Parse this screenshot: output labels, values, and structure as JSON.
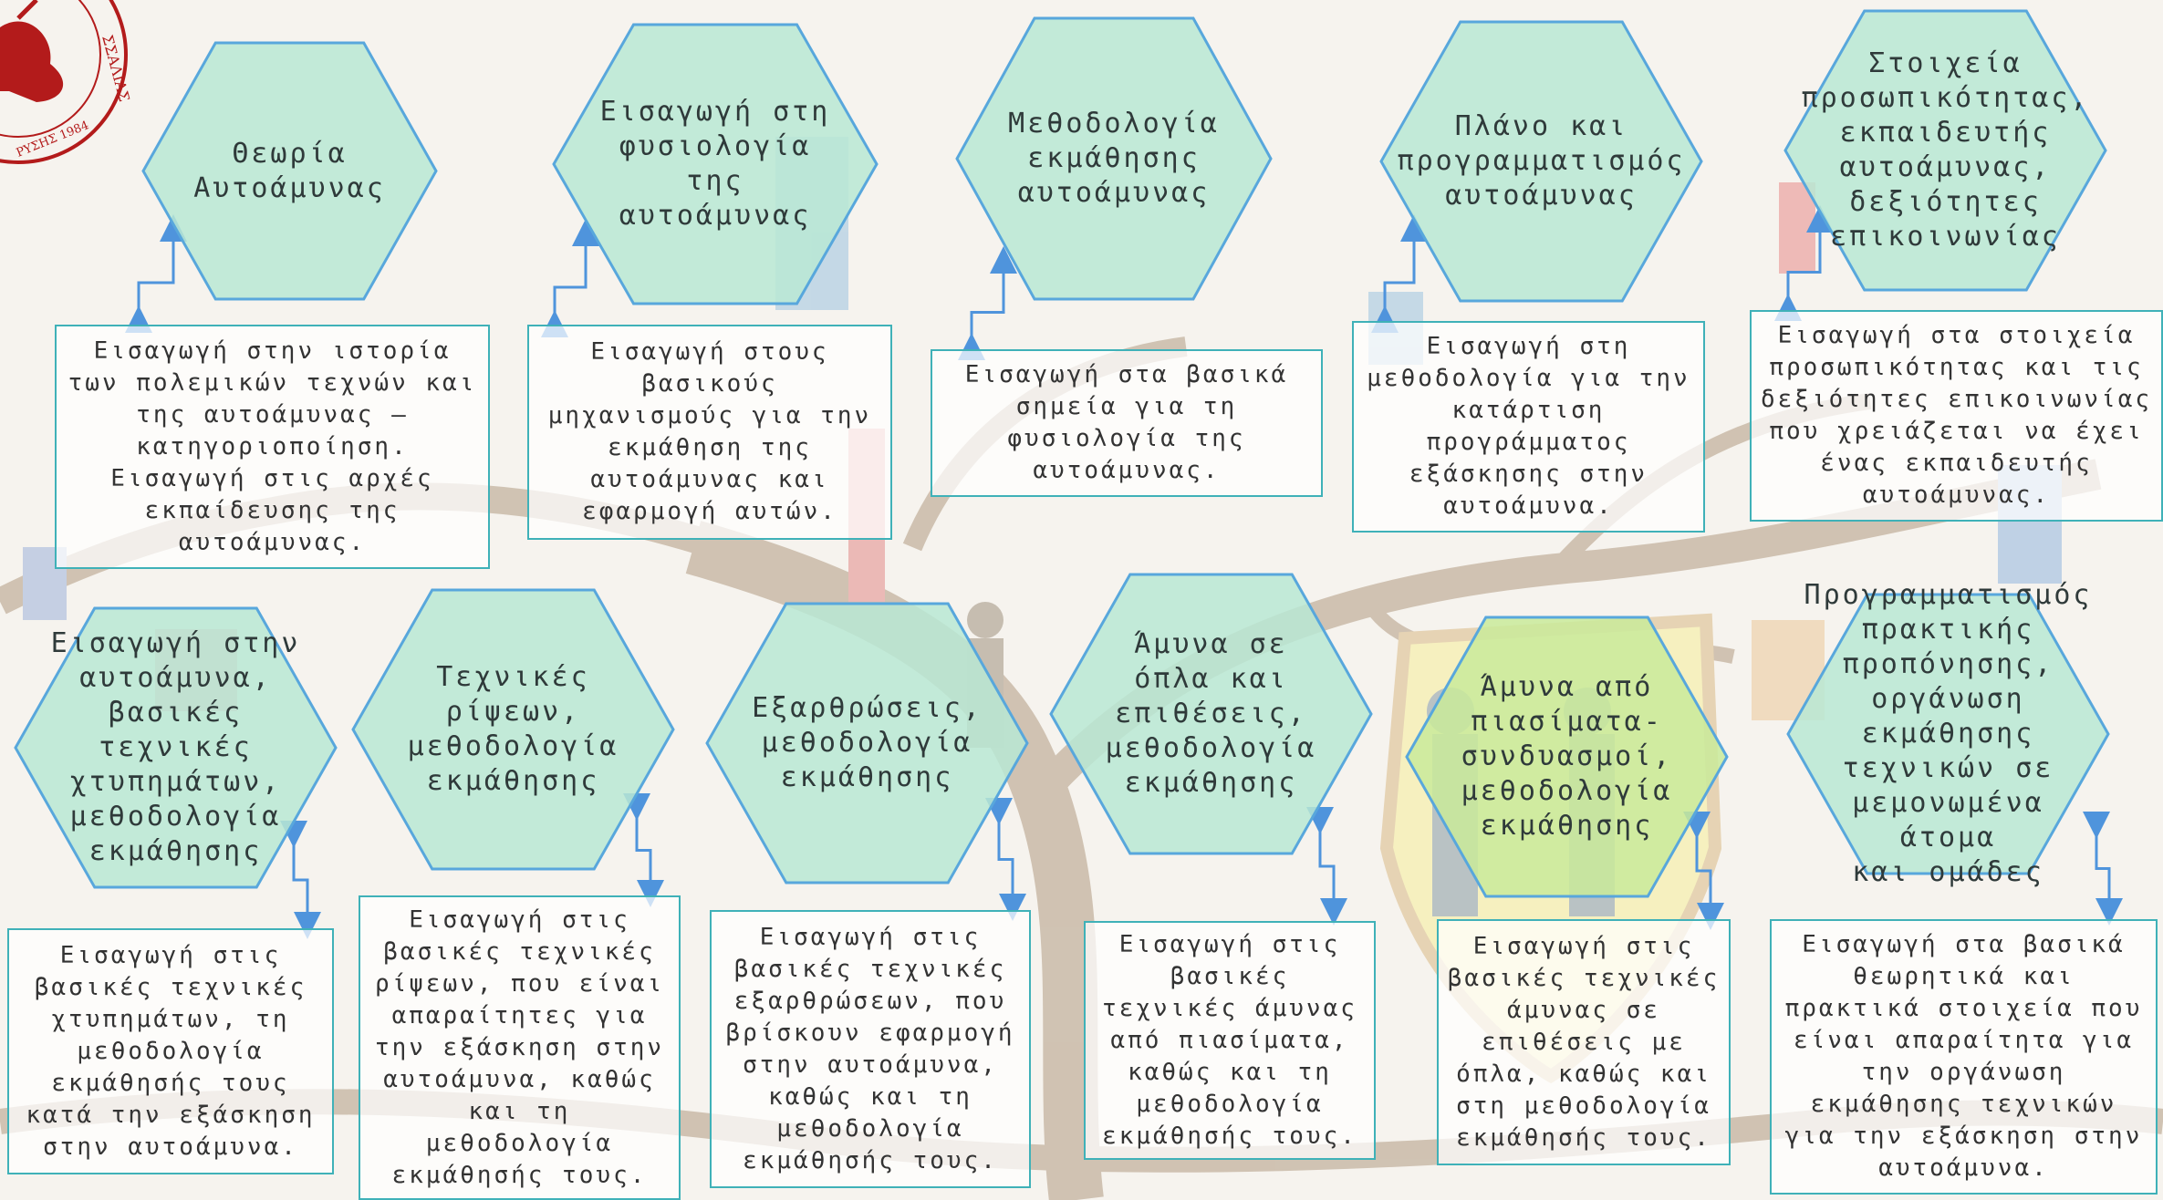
{
  "logo": {
    "arc_text": "ΣΣΑΛΙΑΣ",
    "founded": "ΡΥΣΗΣ 1984"
  },
  "colors": {
    "hex_fill": "#b9e8d3",
    "hex_stroke": "#58a7dc",
    "hex_highlight": "#c9ea9a",
    "box_border": "#3fb1b8",
    "arrow": "#4f94dc"
  },
  "modules": [
    {
      "title": "Θεωρία\nΑυτοάμυνας",
      "description": "Εισαγωγή στην ιστορία\nτων πολεμικών τεχνών και\nτης αυτοάμυνας –\nκατηγοριοποίηση.\nΕισαγωγή στις αρχές\nεκπαίδευσης της\nαυτοάμυνας."
    },
    {
      "title": "Εισαγωγή στη\nφυσιολογία\nτης\nαυτοάμυνας",
      "description": "Εισαγωγή στους\nβασικούς\nμηχανισμούς για την\nεκμάθηση της\nαυτοάμυνας και\nεφαρμογή αυτών."
    },
    {
      "title": "Μεθοδολογία\nεκμάθησης\nαυτοάμυνας",
      "description": "Εισαγωγή στα βασικά\nσημεία για τη\nφυσιολογία της\nαυτοάμυνας."
    },
    {
      "title": "Πλάνο και\nπρογραμματισμός\nαυτοάμυνας",
      "description": "Εισαγωγή στη\nμεθοδολογία για την\nκατάρτιση\nπρογράμματος\nεξάσκησης στην\nαυτοάμυνα."
    },
    {
      "title": "Στοιχεία\nπροσωπικότητας,\nεκπαιδευτής\nαυτοάμυνας,\nδεξιότητες\nεπικοινωνίας",
      "description": "Εισαγωγή στα στοιχεία\nπροσωπικότητας και τις\nδεξιότητες επικοινωνίας\nπου χρειάζεται να έχει\nένας εκπαιδευτής\nαυτοάμυνας."
    },
    {
      "title": "Εισαγωγή στην\nαυτοάμυνα,\nβασικές τεχνικές\nχτυπημάτων,\nμεθοδολογία\nεκμάθησης",
      "description": "Εισαγωγή στις\nβασικές τεχνικές\nχτυπημάτων, τη\nμεθοδολογία\nεκμάθησής τους\nκατά την εξάσκηση\nστην αυτοάμυνα."
    },
    {
      "title": "Τεχνικές\nρίψεων,\nμεθοδολογία\nεκμάθησης",
      "description": "Εισαγωγή στις\nβασικές τεχνικές\nρίψεων, που είναι\nαπαραίτητες για\nτην εξάσκηση στην\nαυτοάμυνα, καθώς\nκαι τη\nμεθοδολογία\nεκμάθησής τους."
    },
    {
      "title": "Εξαρθρώσεις,\nμεθοδολογία\nεκμάθησης",
      "description": "Εισαγωγή στις\nβασικές τεχνικές\nεξαρθρώσεων, που\nβρίσκουν εφαρμογή\nστην αυτοάμυνα,\nκαθώς και τη\nμεθοδολογία\nεκμάθησής τους."
    },
    {
      "title": "Άμυνα σε\nόπλα και\nεπιθέσεις,\nμεθοδολογία\nεκμάθησης",
      "description": "Εισαγωγή στις\nβασικές\nτεχνικές άμυνας\nαπό πιασίματα,\nκαθώς και τη\nμεθοδολογία\nεκμάθησής τους."
    },
    {
      "title": "Άμυνα από\nπιασίματα-\nσυνδυασμοί,\nμεθοδολογία\nεκμάθησης",
      "description": "Εισαγωγή στις\nβασικές τεχνικές\nάμυνας σε\nεπιθέσεις με\nόπλα, καθώς και\nστη μεθοδολογία\nεκμάθησής τους."
    },
    {
      "title": "Προγραμματισμός\nπρακτικής\nπροπόνησης,\nοργάνωση εκμάθησης\nτεχνικών σε\nμεμονωμένα άτομα\nκαι ομάδες",
      "description": "Εισαγωγή στα βασικά\nθεωρητικά και\nπρακτικά στοιχεία που\nείναι απαραίτητα για\nτην οργάνωση\nεκμάθησης τεχνικών\nγια την εξάσκηση στην\nαυτοάμυνα."
    }
  ]
}
